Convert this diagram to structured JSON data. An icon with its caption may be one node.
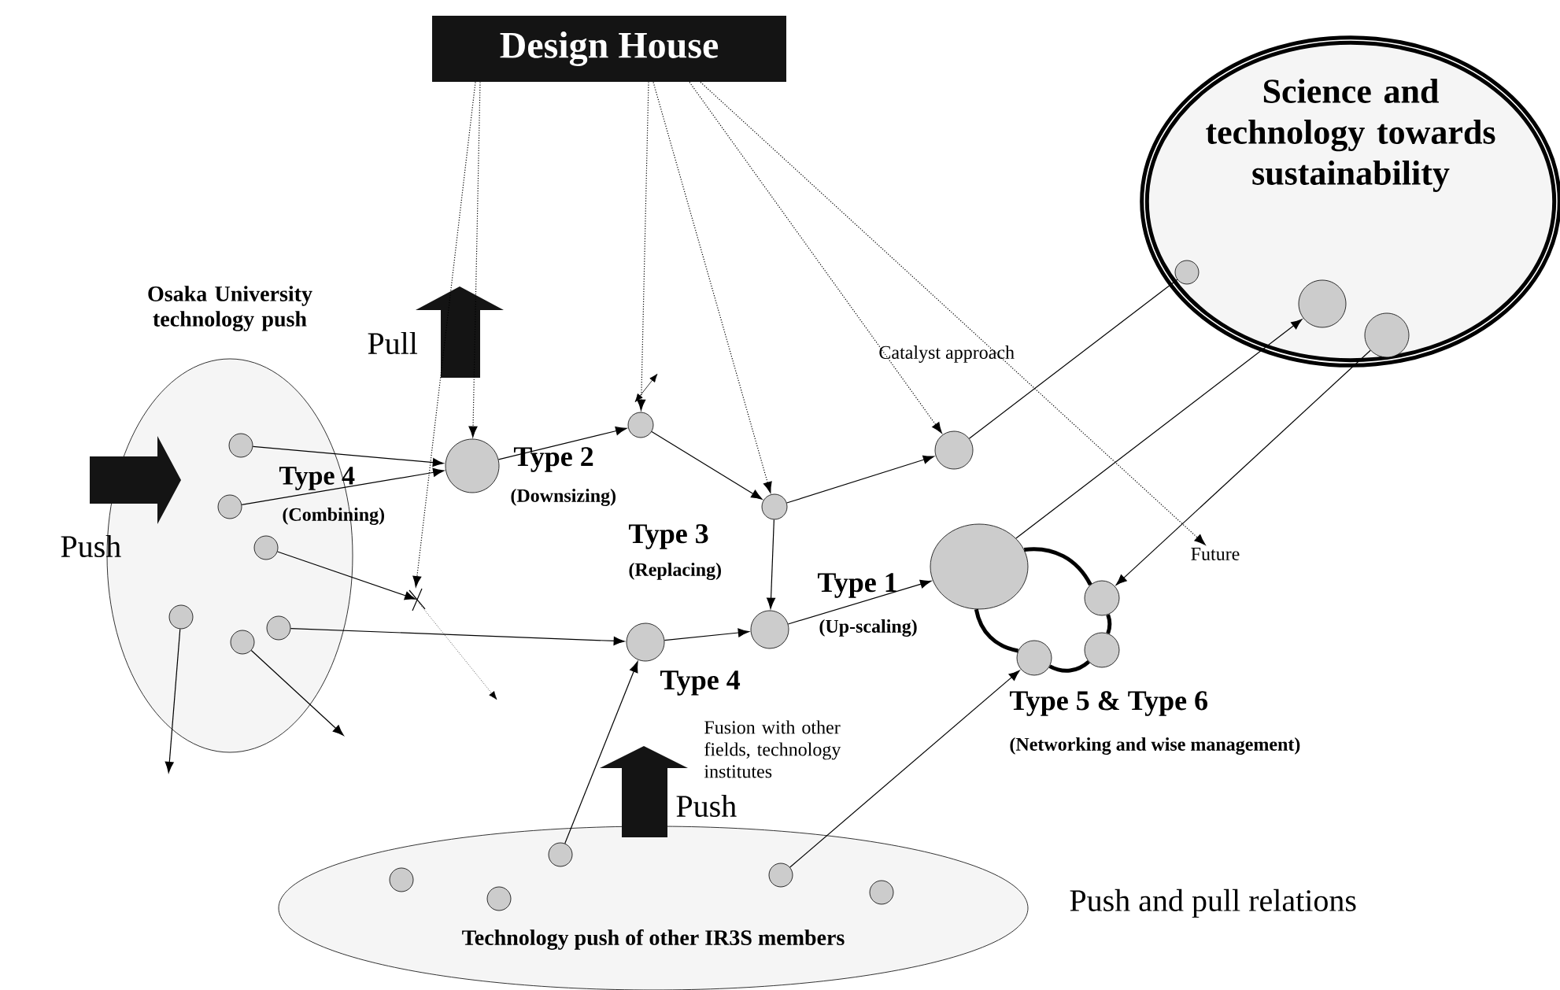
{
  "diagram": {
    "nodes": [
      {
        "text": [
          "Design House"
        ]
      },
      {
        "text": [
          "Osaka University technology push"
        ]
      },
      {
        "text": [],
        "shape": "circle",
        "in": 1
      },
      {
        "text": [],
        "shape": "circle",
        "in": 1
      },
      {
        "text": [],
        "shape": "circle",
        "in": 1
      },
      {
        "text": [],
        "shape": "circle",
        "in": 1
      },
      {
        "text": [],
        "shape": "circle",
        "in": 1
      },
      {
        "text": [],
        "shape": "circle",
        "in": 1
      },
      {
        "text": [],
        "shape": "circle"
      },
      {
        "text": [],
        "shape": "circle"
      },
      {
        "text": [],
        "shape": "circle"
      },
      {
        "text": [],
        "shape": "circle"
      },
      {
        "text": [
          "Science and technology towards sustainability"
        ]
      },
      {
        "text": [],
        "shape": "circle",
        "in": 12
      },
      {
        "text": [],
        "shape": "circle",
        "in": 12
      },
      {
        "text": [],
        "shape": "circle",
        "in": 12
      },
      {
        "text": [],
        "shape": "circle"
      },
      {
        "text": [],
        "shape": "circle"
      },
      {
        "text": [],
        "shape": "circle"
      },
      {
        "text": [],
        "shape": "circle"
      },
      {
        "text": [],
        "shape": "circle"
      },
      {
        "text": [],
        "shape": "circle"
      },
      {
        "text": [
          "Technology push of other IR3S members"
        ]
      },
      {
        "text": [],
        "shape": "circle",
        "in": 22
      },
      {
        "text": [],
        "shape": "circle",
        "in": 22
      },
      {
        "text": [],
        "shape": "circle",
        "in": 22
      },
      {
        "text": [],
        "shape": "circle",
        "in": 22
      },
      {
        "text": [],
        "shape": "circle",
        "in": 22
      },
      {
        "text": [
          "Future"
        ]
      }
    ],
    "edges": [
      {
        "from": 2,
        "to": 8,
        "arrow": "to"
      },
      {
        "from": 3,
        "to": 8,
        "arrow": "to"
      },
      {
        "from": 8,
        "to": 9,
        "arrow": "to"
      },
      {
        "from": 9,
        "to": 10,
        "arrow": "to"
      },
      {
        "from": 10,
        "to": 11,
        "arrow": "to"
      },
      {
        "from": 10,
        "to": 17,
        "arrow": "to"
      },
      {
        "from": 7,
        "to": 16,
        "arrow": "to"
      },
      {
        "from": 16,
        "to": 17,
        "arrow": "to"
      },
      {
        "from": 17,
        "to": 18,
        "arrow": "to"
      },
      {
        "from": 11,
        "to": 13,
        "arrow": "none"
      },
      {
        "from": 18,
        "to": 14,
        "arrow": "to"
      },
      {
        "from": 15,
        "to": 19,
        "arrow": "to"
      },
      {
        "from": 25,
        "to": 16,
        "arrow": "to"
      },
      {
        "from": 26,
        "to": 21,
        "arrow": "to"
      },
      {
        "from": 4,
        "to": null,
        "arrow": "to"
      },
      {
        "from": 5,
        "to": null,
        "arrow": "to"
      },
      {
        "from": 6,
        "to": null,
        "arrow": "to"
      },
      {
        "from": 0,
        "to": null,
        "arrow": "to",
        "style": "dashed"
      },
      {
        "from": 0,
        "to": 8,
        "arrow": "to",
        "style": "dashed"
      },
      {
        "from": 0,
        "to": 9,
        "arrow": "to",
        "style": "dashed"
      },
      {
        "from": 0,
        "to": 10,
        "arrow": "to",
        "style": "dashed"
      },
      {
        "from": 0,
        "to": 11,
        "arrow": "to",
        "style": "dashed"
      },
      {
        "from": 0,
        "to": 28,
        "arrow": "to",
        "style": "dashed"
      },
      {
        "from": 18,
        "to": 19,
        "arrow": "none",
        "style": "thick"
      },
      {
        "from": 19,
        "to": 20,
        "arrow": "none",
        "style": "thick"
      },
      {
        "from": 20,
        "to": 21,
        "arrow": "none",
        "style": "thick"
      },
      {
        "from": 21,
        "to": 18,
        "arrow": "none",
        "style": "thick"
      }
    ],
    "labels": [
      "Pull",
      "Push",
      "Type 4",
      "(Combining)",
      "Type 2",
      "(Downsizing)",
      "Catalyst approach",
      "Type 3",
      "(Replacing)",
      "Type 1",
      "(Up-scaling)",
      "Type 4",
      "Fusion with other fields, technology institutes",
      "Type 5 & Type 6",
      "(Networking and wise management)",
      "Push",
      "Push and pull relations"
    ]
  }
}
